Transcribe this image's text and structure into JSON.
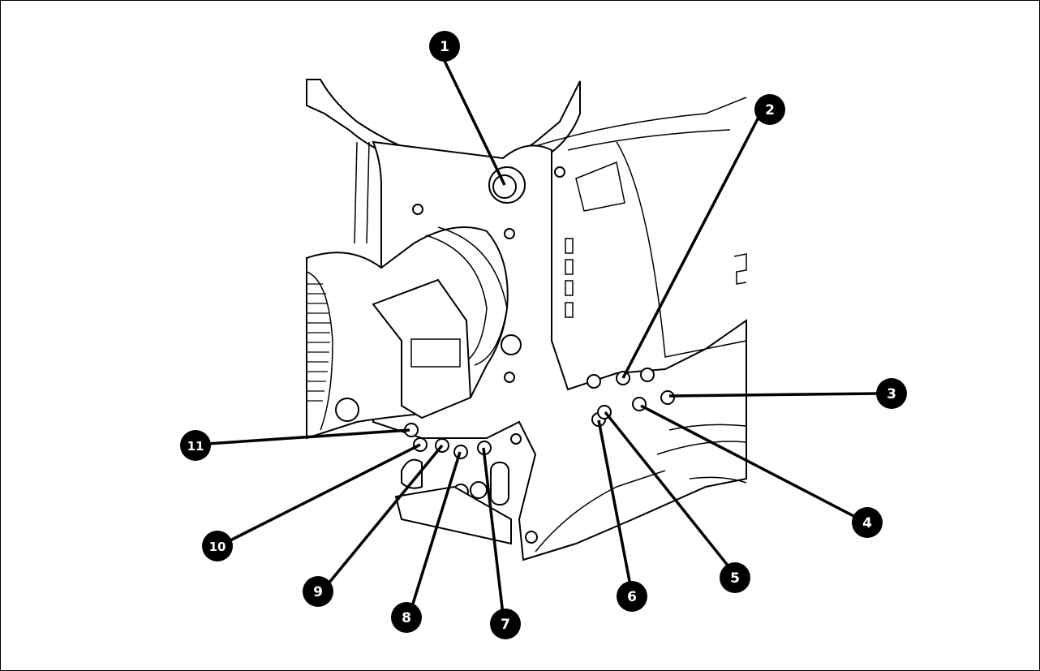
{
  "callouts": [
    {
      "id": 1,
      "label": "1"
    },
    {
      "id": 2,
      "label": "2"
    },
    {
      "id": 3,
      "label": "3"
    },
    {
      "id": 4,
      "label": "4"
    },
    {
      "id": 5,
      "label": "5"
    },
    {
      "id": 6,
      "label": "6"
    },
    {
      "id": 7,
      "label": "7"
    },
    {
      "id": 8,
      "label": "8"
    },
    {
      "id": 9,
      "label": "9"
    },
    {
      "id": 10,
      "label": "10"
    },
    {
      "id": 11,
      "label": "11"
    }
  ],
  "colors": {
    "ink": "#000000",
    "paper": "#ffffff"
  }
}
